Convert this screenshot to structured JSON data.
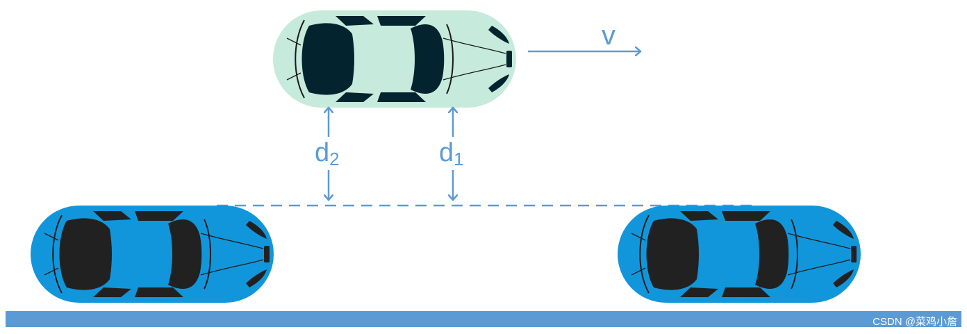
{
  "labels": {
    "velocity": "v",
    "distance_2": "d",
    "distance_2_sub": "2",
    "distance_1": "d",
    "distance_1_sub": "1"
  },
  "watermark": "CSDN @菜鸡小詹",
  "colors": {
    "accent": "#5b9bd5",
    "moving_car_body": "#c6eadb",
    "parked_car_body": "#1296db",
    "moving_car_glass": "#03242e",
    "parked_car_glass": "#212121",
    "curb": "#5b9bd5",
    "watermark": "#ffffff"
  },
  "icons": {
    "moving_car": "car-top-view-icon",
    "parked_car_left": "car-top-view-icon",
    "parked_car_right": "car-top-view-icon"
  }
}
